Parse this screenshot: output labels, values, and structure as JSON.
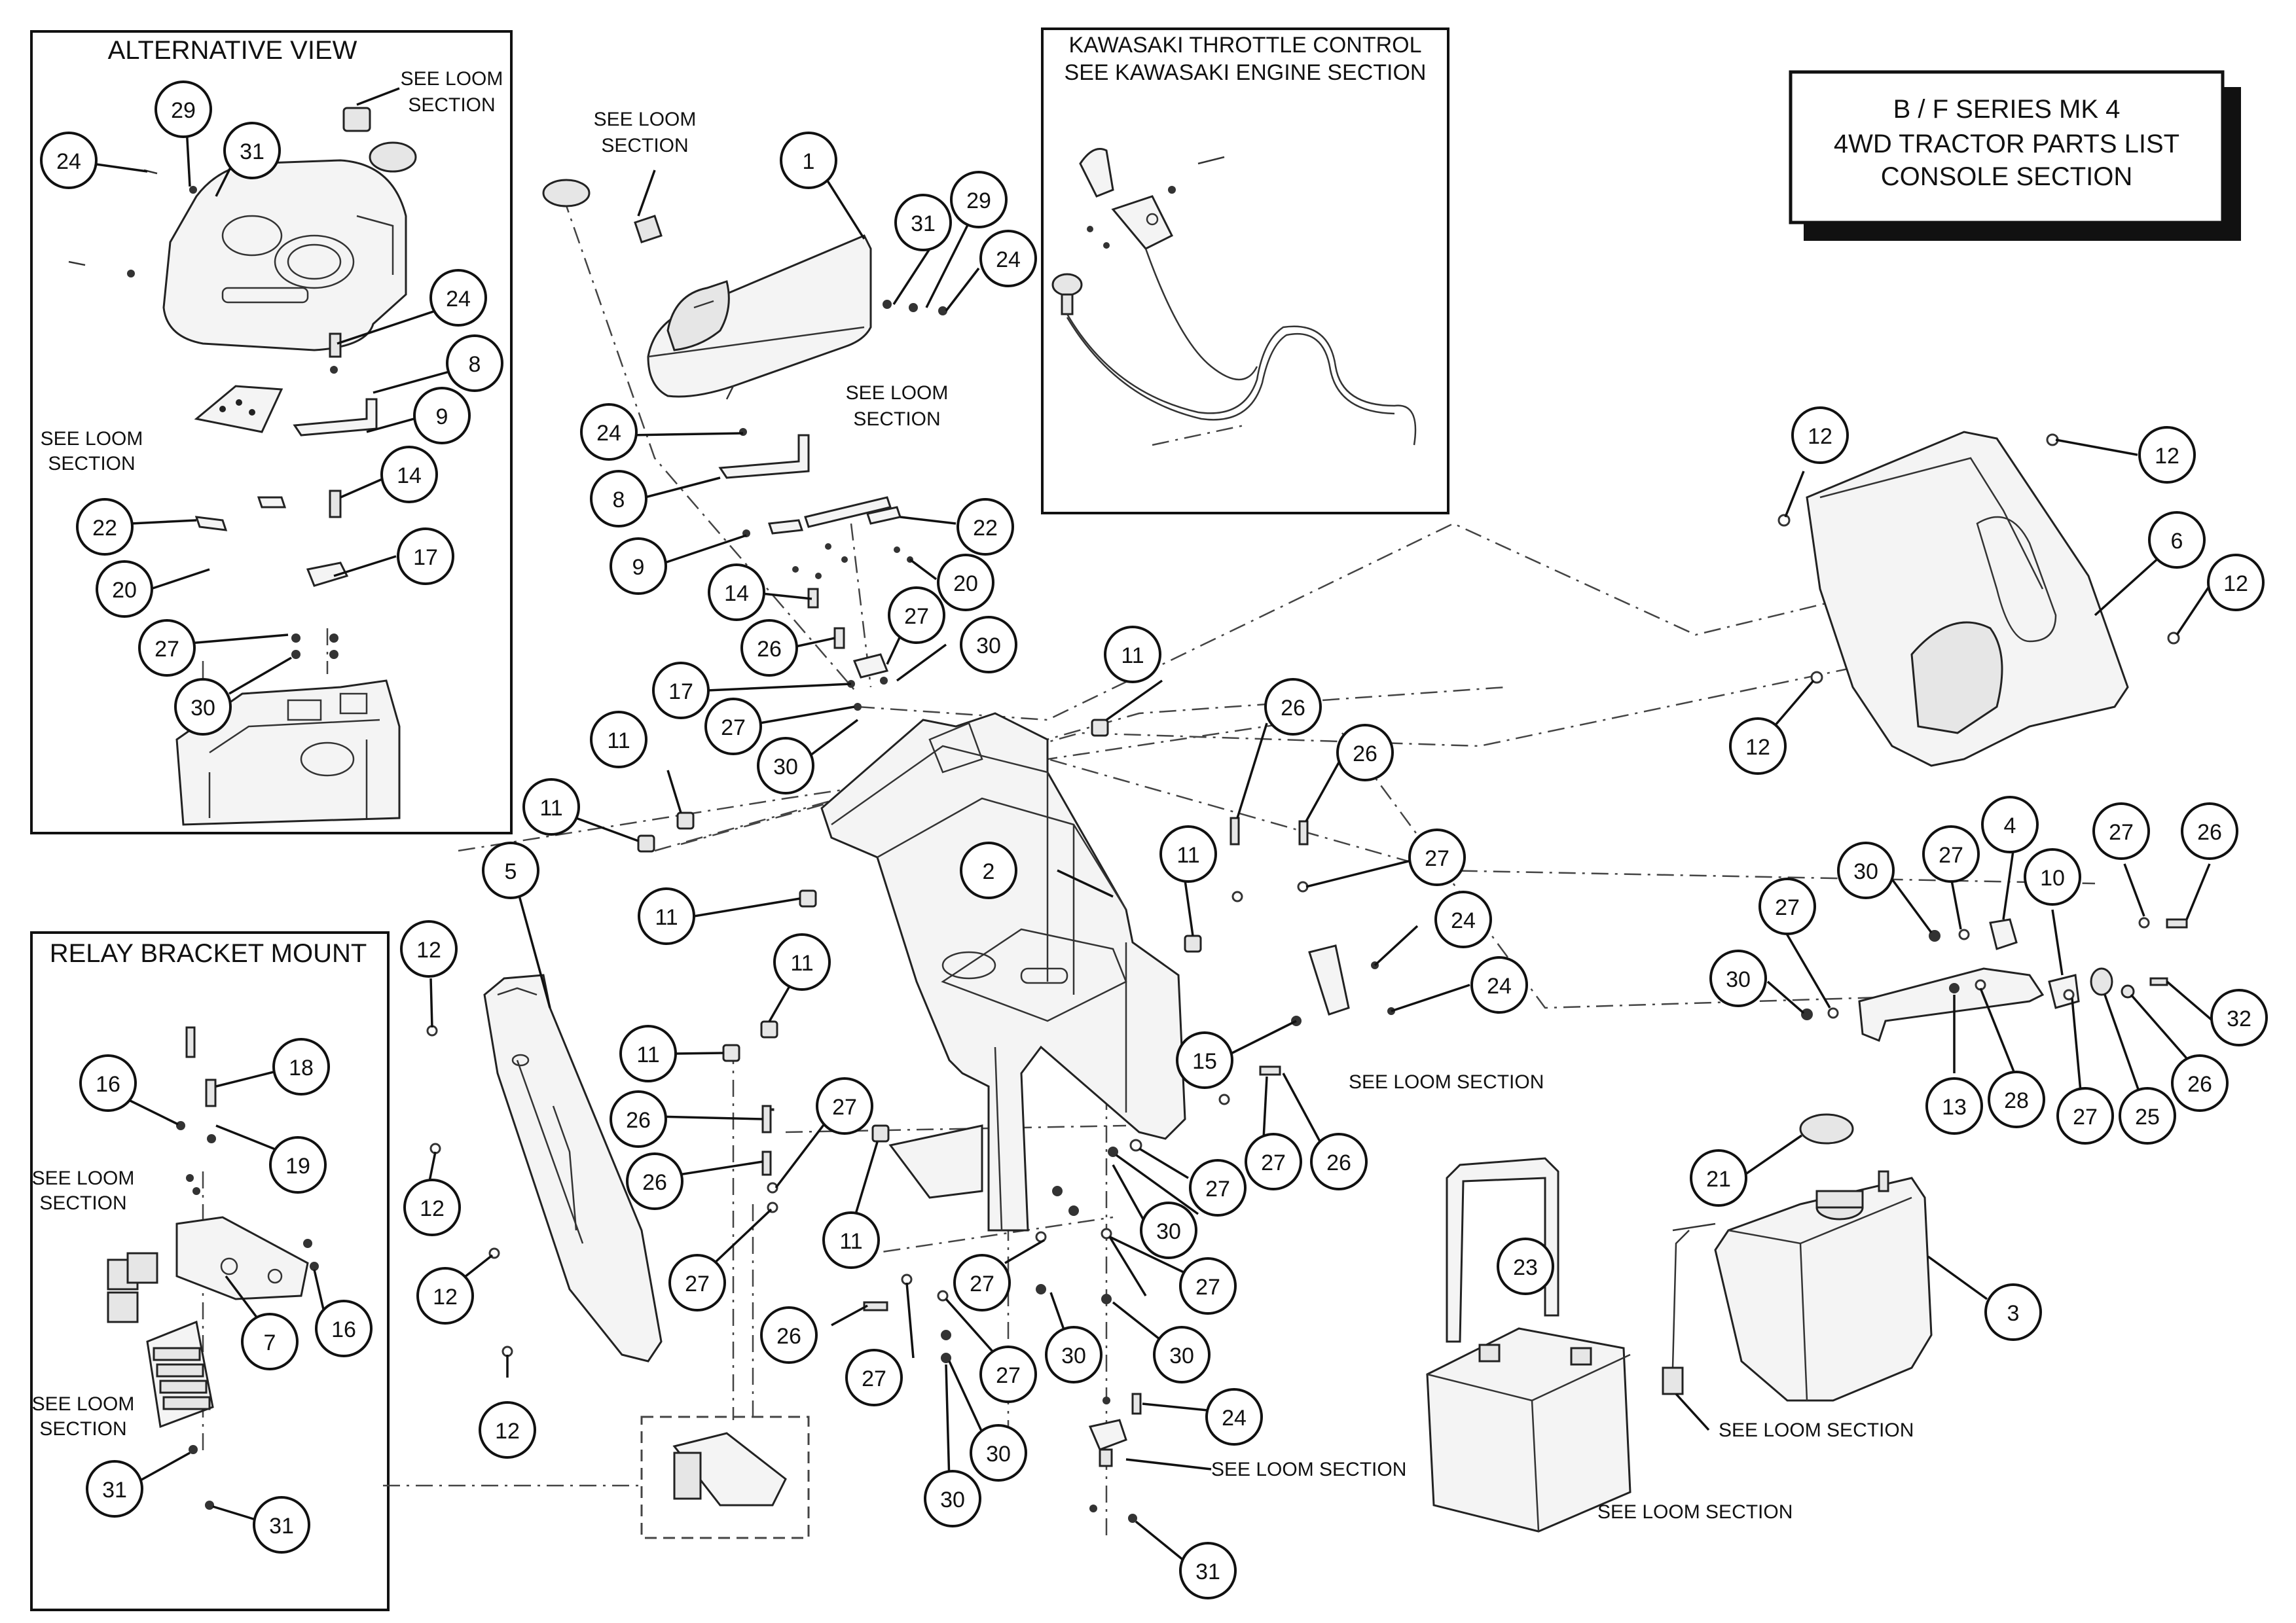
{
  "title_block": {
    "line1": "B / F SERIES MK 4",
    "line2": "4WD TRACTOR PARTS LIST",
    "line3": "CONSOLE SECTION"
  },
  "panels": {
    "alternative_view": "ALTERNATIVE VIEW",
    "relay_bracket_mount": "RELAY BRACKET MOUNT",
    "throttle_line1": "KAWASAKI THROTTLE CONTROL",
    "throttle_line2": "SEE KAWASAKI ENGINE SECTION"
  },
  "notes": {
    "see_loom": "SEE LOOM",
    "section": "SECTION",
    "see_loom_section": "SEE LOOM SECTION"
  },
  "callouts": {
    "alt_29": "29",
    "alt_31": "31",
    "alt_24a": "24",
    "alt_24b": "24",
    "alt_8": "8",
    "alt_9": "9",
    "alt_14": "14",
    "alt_22": "22",
    "alt_20": "20",
    "alt_17": "17",
    "alt_27": "27",
    "alt_30": "30",
    "relay_16a": "16",
    "relay_18": "18",
    "relay_19": "19",
    "relay_7": "7",
    "relay_16b": "16",
    "relay_31a": "31",
    "relay_31b": "31",
    "m_1": "1",
    "m_31a": "31",
    "m_29": "29",
    "m_24a": "24",
    "m_24b": "24",
    "m_8": "8",
    "m_9": "9",
    "m_22": "22",
    "m_20": "20",
    "m_14": "14",
    "m_26a": "26",
    "m_27a": "27",
    "m_30a": "30",
    "m_17": "17",
    "m_27b": "27",
    "m_30b": "30",
    "m_11a": "11",
    "m_11b": "11",
    "m_11c": "11",
    "m_11d": "11",
    "m_11e": "11",
    "m_11f": "11",
    "m_11g": "11",
    "m_11h": "11",
    "m_2": "2",
    "m_5": "5",
    "m_26b": "26",
    "m_26c": "26",
    "m_27c": "27",
    "m_24c": "24",
    "m_24d": "24",
    "m_15": "15",
    "m_12a": "12",
    "m_12b": "12",
    "m_12c": "12",
    "m_12d": "12",
    "m_26d": "26",
    "m_27d": "27",
    "m_26e": "26",
    "m_27e": "27",
    "m_27f": "27",
    "m_26f": "26",
    "m_27g": "27",
    "m_30c": "30",
    "m_27h": "27",
    "m_26g": "26",
    "m_27i": "27",
    "m_27j": "27",
    "m_30d": "30",
    "m_30e": "30",
    "m_27k": "27",
    "m_30f": "30",
    "m_30g": "30",
    "m_24e": "24",
    "m_31b": "31",
    "r_12a": "12",
    "r_12b": "12",
    "r_6": "6",
    "r_12c": "12",
    "r_12d": "12",
    "r_30a": "30",
    "r_27a": "27",
    "r_4": "4",
    "r_10": "10",
    "r_27b": "27",
    "r_26a": "26",
    "r_27c": "27",
    "r_30b": "30",
    "r_32": "32",
    "r_13": "13",
    "r_28": "28",
    "r_27d": "27",
    "r_25": "25",
    "r_26b": "26",
    "r_21": "21",
    "r_3": "3",
    "r_23": "23"
  }
}
